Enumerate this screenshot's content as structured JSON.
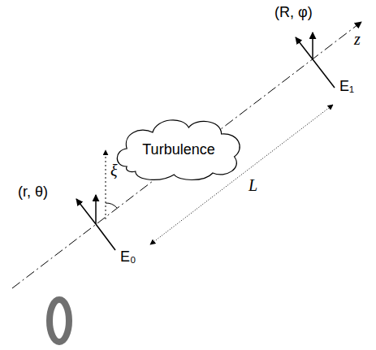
{
  "diagram": {
    "nodes": [
      {
        "text": [
          "Turbulence"
        ]
      }
    ],
    "labels": [
      "(R, φ)",
      "z",
      "E₁",
      "L",
      "ξ",
      "(r, θ)",
      "E₀"
    ]
  }
}
